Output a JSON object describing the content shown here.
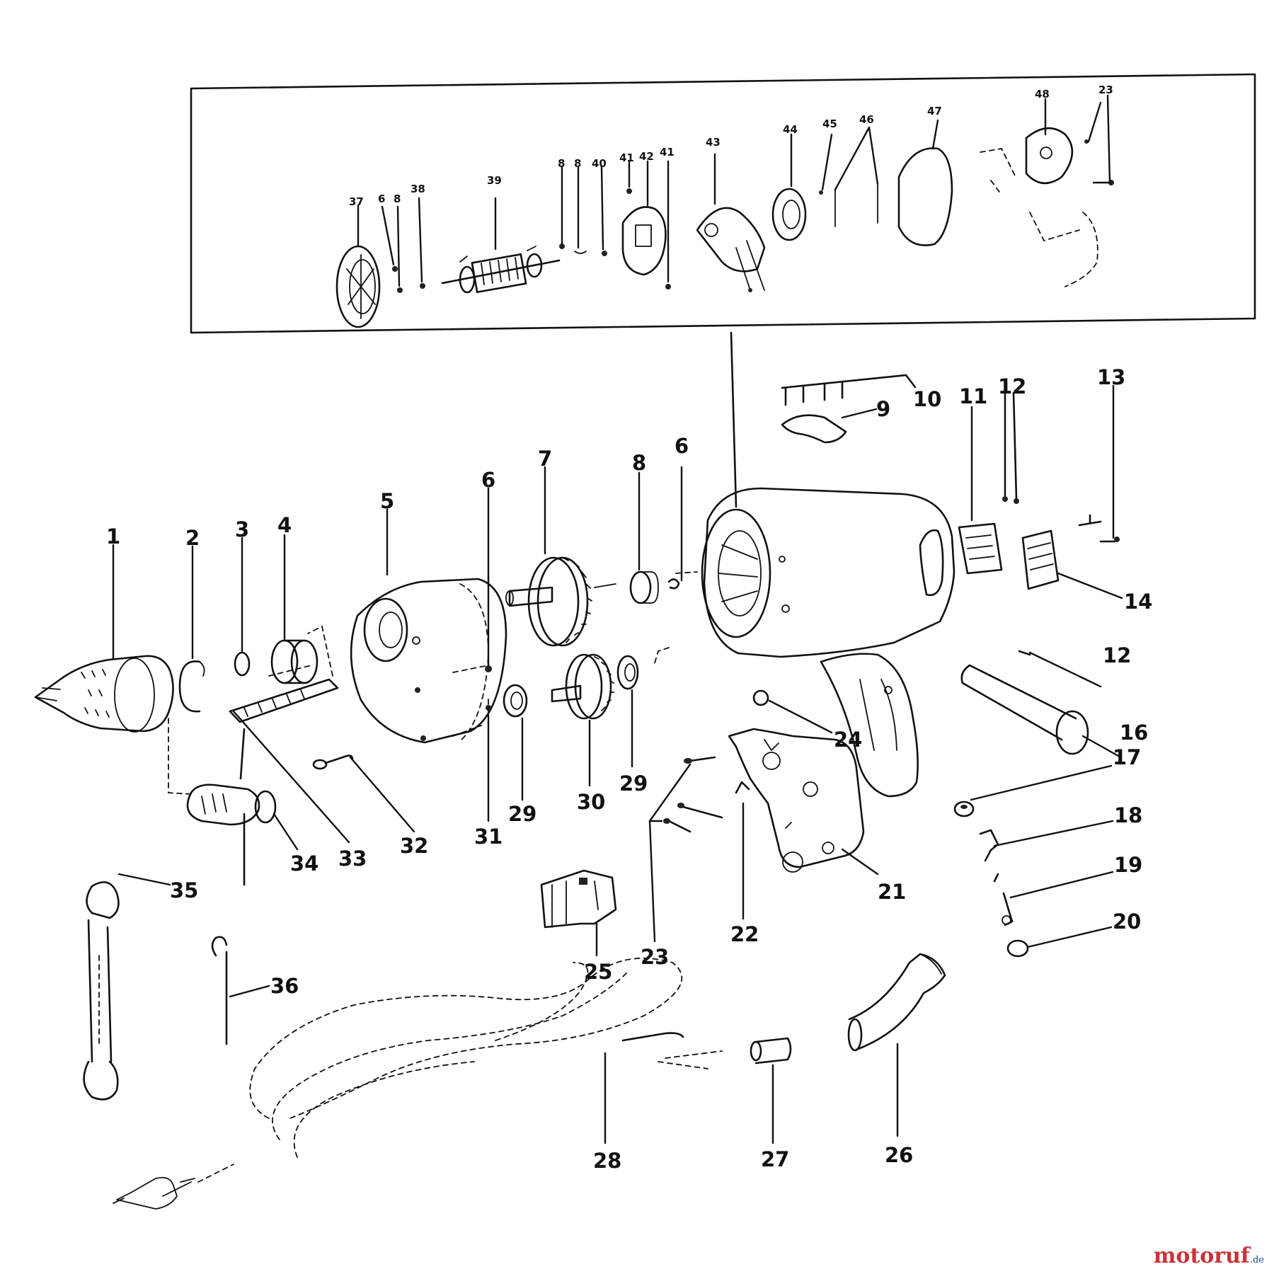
{
  "watermark": {
    "name": "motoruf",
    "suffix": ".de"
  },
  "inset_labels": [
    "37",
    "6",
    "8",
    "38",
    "39",
    "8",
    "8",
    "40",
    "41",
    "42",
    "41",
    "43",
    "44",
    "45",
    "46",
    "47",
    "48",
    "23"
  ],
  "labels": [
    "1",
    "2",
    "3",
    "4",
    "5",
    "6",
    "7",
    "8",
    "6",
    "9",
    "10",
    "11",
    "12",
    "13",
    "14",
    "12",
    "16",
    "17",
    "18",
    "19",
    "20",
    "21",
    "22",
    "23",
    "24",
    "25",
    "26",
    "27",
    "28",
    "29",
    "30",
    "29",
    "31",
    "32",
    "33",
    "34",
    "35",
    "36"
  ]
}
